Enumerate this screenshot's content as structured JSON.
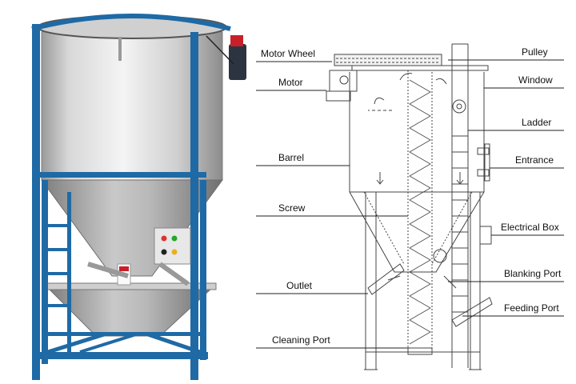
{
  "labels_left": {
    "motor_wheel": "Motor Wheel",
    "motor": "Motor",
    "barrel": "Barrel",
    "screw": "Screw",
    "outlet": "Outlet",
    "cleaning_port": "Cleaning Port"
  },
  "labels_right": {
    "pulley": "Pulley",
    "window": "Window",
    "ladder": "Ladder",
    "entrance": "Entrance",
    "electrical_box": "Electrical Box",
    "blanking_port": "Blanking Port",
    "feeding_port": "Feeding Port"
  },
  "colors": {
    "frame_blue": "#1f6aa5",
    "steel_light": "#e4e4e4",
    "steel_dark": "#8a8a8a",
    "line": "#444444",
    "motor_red": "#c8202a"
  }
}
